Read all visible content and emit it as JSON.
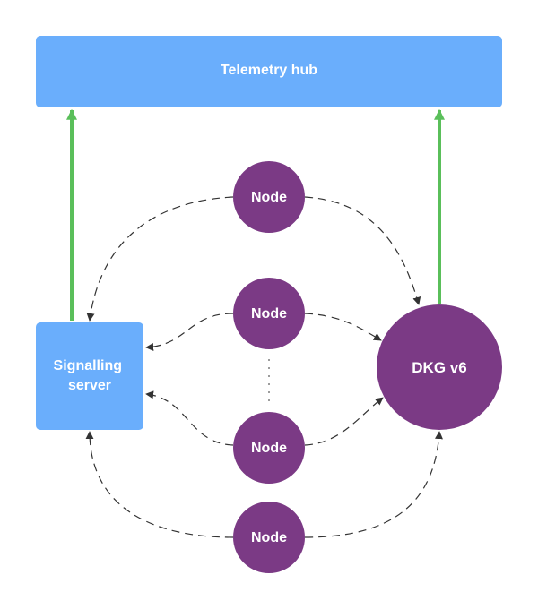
{
  "telemetry_hub": {
    "label": "Telemetry hub"
  },
  "signalling_server": {
    "label_line1": "Signalling",
    "label_line2": "server"
  },
  "dkg": {
    "label": "DKG v6"
  },
  "nodes": [
    {
      "label": "Node"
    },
    {
      "label": "Node"
    },
    {
      "label": "Node"
    },
    {
      "label": "Node"
    }
  ],
  "colors": {
    "box_blue": "#6aaefc",
    "node_purple": "#7b3a85",
    "green_arrow": "#5abf5a",
    "dashed_line": "#333333",
    "text": "#ffffff"
  }
}
